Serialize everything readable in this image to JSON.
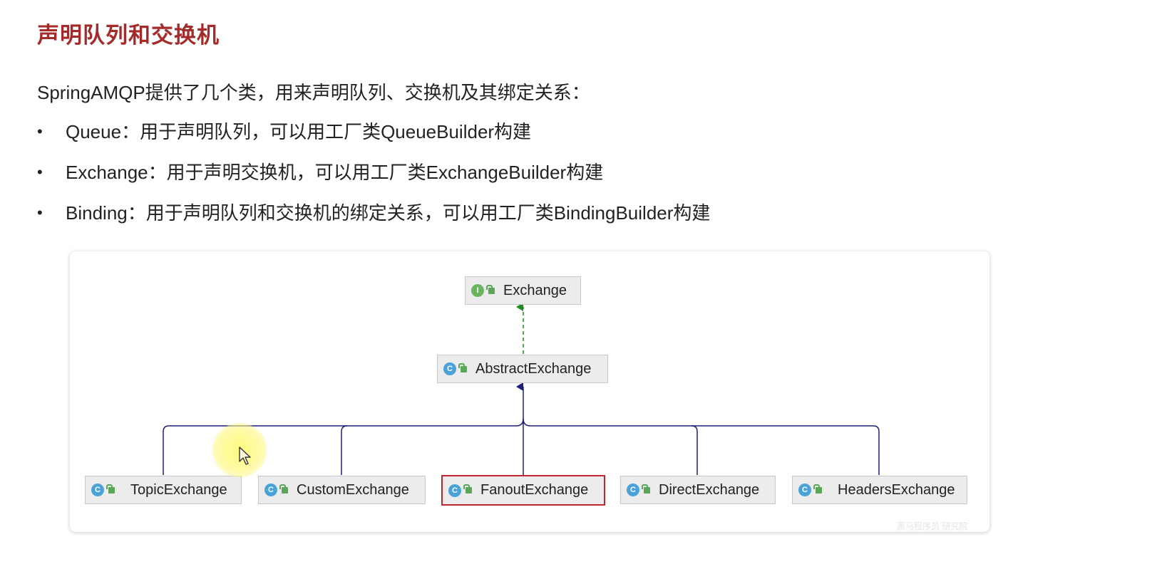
{
  "title": "声明队列和交换机",
  "intro": "SpringAMQP提供了几个类，用来声明队列、交换机及其绑定关系：",
  "bullets": [
    "Queue：用于声明队列，可以用工厂类QueueBuilder构建",
    "Exchange：用于声明交换机，可以用工厂类ExchangeBuilder构建",
    "Binding：用于声明队列和交换机的绑定关系，可以用工厂类BindingBuilder构建"
  ],
  "bullet_glyph": "•",
  "diagram": {
    "root": {
      "label": "Exchange",
      "kind": "interface",
      "icon": "interface-icon"
    },
    "middle": {
      "label": "AbstractExchange",
      "kind": "abstract-class",
      "icon": "abstract-class-icon"
    },
    "children": [
      {
        "label": "TopicExchange",
        "kind": "class",
        "icon": "class-icon"
      },
      {
        "label": "CustomExchange",
        "kind": "class",
        "icon": "class-icon"
      },
      {
        "label": "FanoutExchange",
        "kind": "class",
        "icon": "class-icon",
        "highlighted": true
      },
      {
        "label": "DirectExchange",
        "kind": "class",
        "icon": "class-icon"
      },
      {
        "label": "HeadersExchange",
        "kind": "class",
        "icon": "class-icon"
      }
    ],
    "edges": {
      "implements_color": "#1f8a1f",
      "extends_color": "#1e1e7a",
      "highlight_color": "#c0262d"
    }
  },
  "colors": {
    "title": "#a52a2a",
    "class_icon": "#4aa3d8",
    "interface_icon": "#6bb35e"
  },
  "watermark": "黑马程序员 研究院"
}
